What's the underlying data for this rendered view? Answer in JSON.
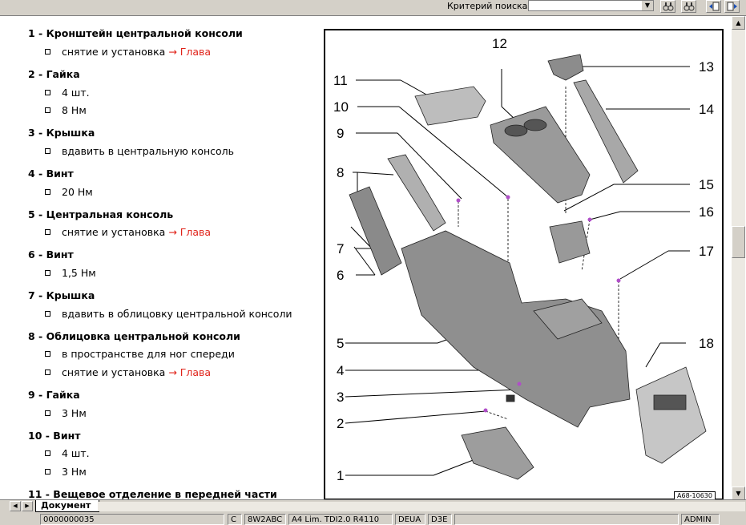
{
  "toolbar": {
    "search_label": "Критерий поиска:",
    "search_value": ""
  },
  "parts": [
    {
      "num": "1",
      "title": "1 - Кронштейн центральной консоли",
      "subs": [
        {
          "text": "снятие и установка ",
          "link": "→ Глава"
        }
      ]
    },
    {
      "num": "2",
      "title": "2 - Гайка",
      "subs": [
        {
          "text": "4 шт.",
          "link": ""
        },
        {
          "text": "8 Нм",
          "link": ""
        }
      ]
    },
    {
      "num": "3",
      "title": "3 - Крышка",
      "subs": [
        {
          "text": "вдавить в центральную консоль",
          "link": ""
        }
      ]
    },
    {
      "num": "4",
      "title": "4 - Винт",
      "subs": [
        {
          "text": "20 Нм",
          "link": ""
        }
      ]
    },
    {
      "num": "5",
      "title": "5 - Центральная консоль",
      "subs": [
        {
          "text": "снятие и установка ",
          "link": "→ Глава"
        }
      ]
    },
    {
      "num": "6",
      "title": "6 - Винт",
      "subs": [
        {
          "text": "1,5 Нм",
          "link": ""
        }
      ]
    },
    {
      "num": "7",
      "title": "7 - Крышка",
      "subs": [
        {
          "text": "вдавить в облицовку центральной консоли",
          "link": ""
        }
      ]
    },
    {
      "num": "8",
      "title": "8 - Облицовка центральной консоли",
      "subs": [
        {
          "text": "в пространстве для ног спереди",
          "link": ""
        },
        {
          "text": "снятие и установка ",
          "link": "→ Глава"
        }
      ]
    },
    {
      "num": "9",
      "title": "9 - Гайка",
      "subs": [
        {
          "text": "3 Нм",
          "link": ""
        }
      ]
    },
    {
      "num": "10",
      "title": "10 - Винт",
      "subs": [
        {
          "text": "4 шт.",
          "link": ""
        },
        {
          "text": "3 Нм",
          "link": ""
        }
      ]
    },
    {
      "num": "11",
      "title": "11 - Вещевое отделение в передней части",
      "subs": []
    }
  ],
  "figure": {
    "ref": "A68-10630",
    "callouts": [
      "1",
      "2",
      "3",
      "4",
      "5",
      "6",
      "7",
      "8",
      "9",
      "10",
      "11",
      "12",
      "13",
      "14",
      "15",
      "16",
      "17",
      "18"
    ]
  },
  "tabs": {
    "active": "Документ"
  },
  "status": {
    "cells": [
      "0000000035",
      "С",
      "8W2ABC",
      "A4 Lim. TDI2.0 R4110",
      "DEUA",
      "D3E",
      "ADMIN"
    ]
  }
}
